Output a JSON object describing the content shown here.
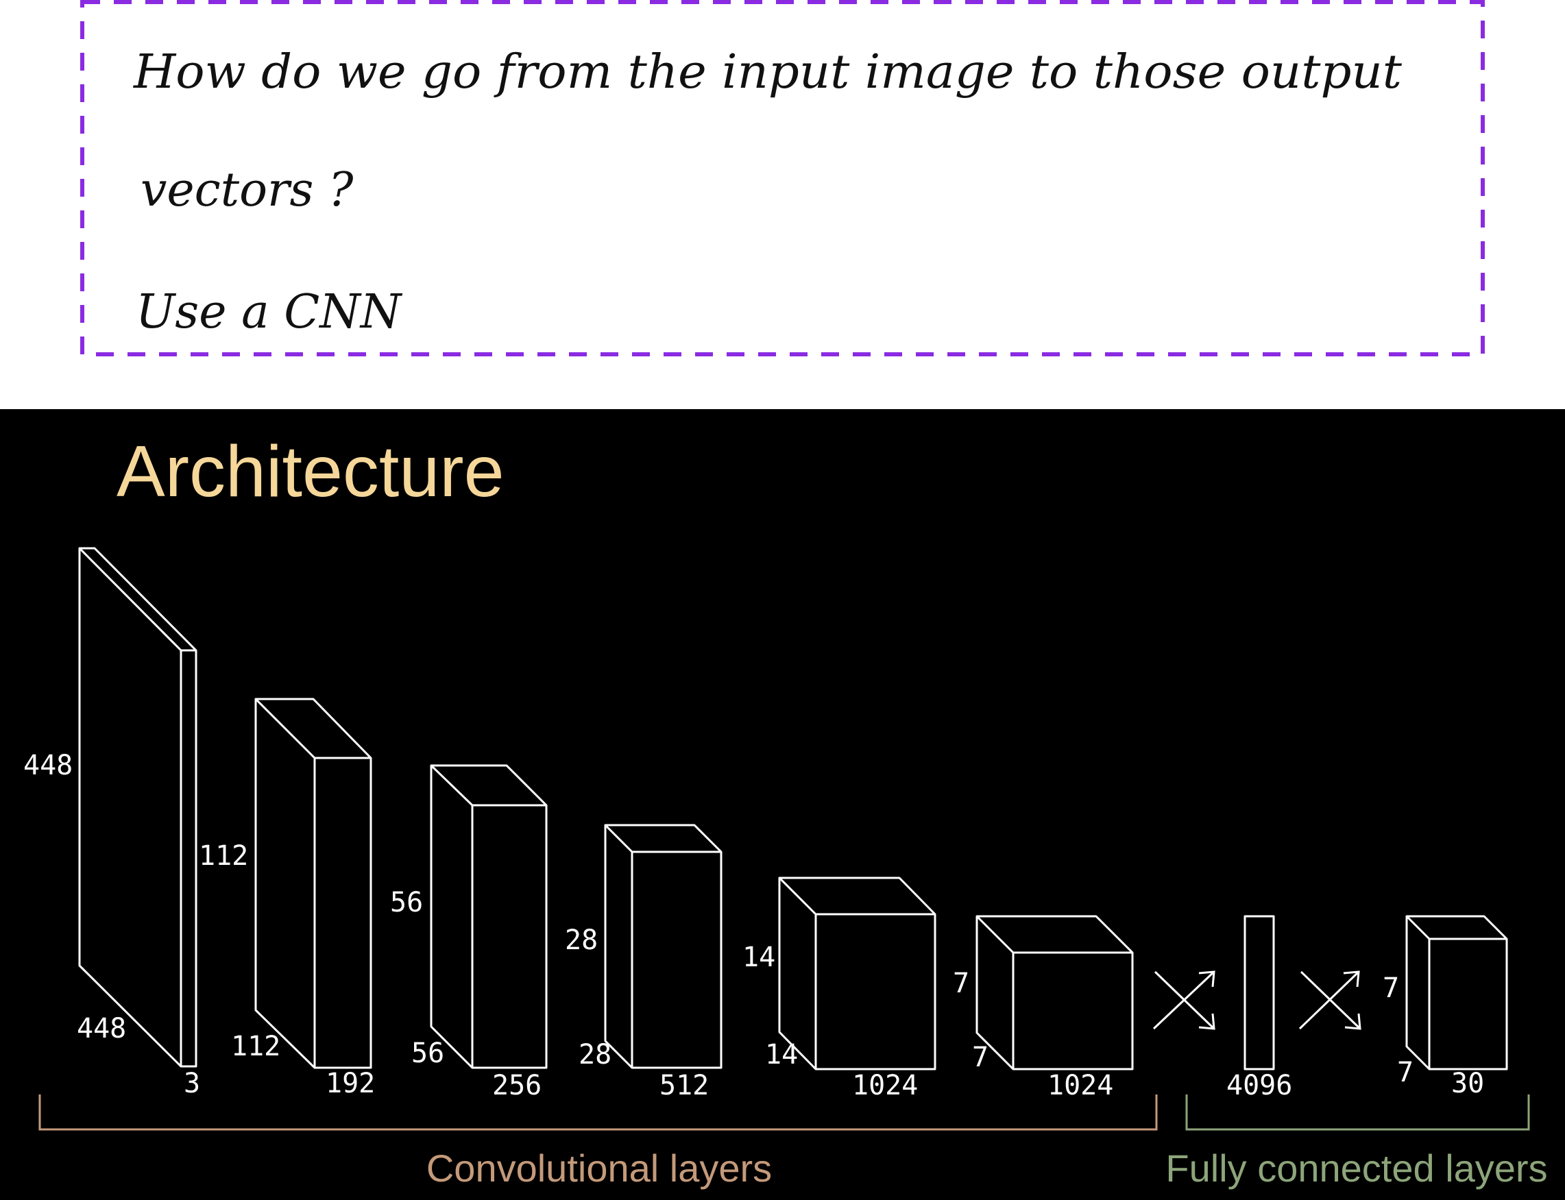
{
  "colors": {
    "note_border": "#8a2be2",
    "title": "#f6d79a",
    "conv_group": "#c49a7a",
    "fc_group": "#8ca57a",
    "diagram_bg": "#000000",
    "line": "#ffffff"
  },
  "note": {
    "lines": [
      "How do we go from the input image to those output",
      "vectors ?",
      "Use a CNN"
    ]
  },
  "diagram": {
    "title": "Architecture",
    "layers": [
      {
        "height": "448",
        "width": "448",
        "depth": "3"
      },
      {
        "height": "112",
        "width": "112",
        "depth": "192"
      },
      {
        "height": "56",
        "width": "56",
        "depth": "256"
      },
      {
        "height": "28",
        "width": "28",
        "depth": "512"
      },
      {
        "height": "14",
        "width": "14",
        "depth": "1024"
      },
      {
        "height": "7",
        "width": "7",
        "depth": "1024"
      },
      {
        "height": "",
        "width": "",
        "depth": "4096"
      },
      {
        "height": "7",
        "width": "7",
        "depth": "30"
      }
    ],
    "groups": {
      "conv": "Convolutional layers",
      "fc": "Fully connected layers"
    },
    "connectors": [
      "cross-arrows-icon",
      "cross-arrows-icon"
    ]
  }
}
